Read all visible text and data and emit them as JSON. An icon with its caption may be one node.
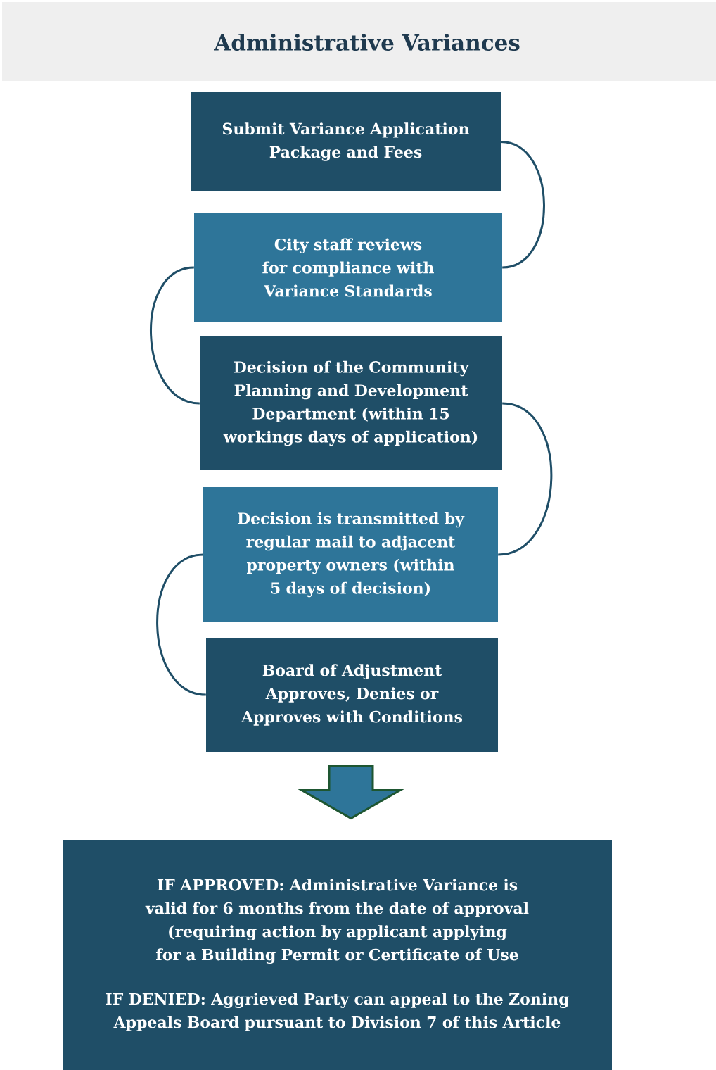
{
  "diagram": {
    "title": "Administrative Variances",
    "nodes": [
      {
        "text": [
          "Submit Variance Application Package and Fees"
        ]
      },
      {
        "text": [
          "City staff reviews for compliance with Variance Standards"
        ]
      },
      {
        "text": [
          "Decision of the Community Planning and Development Department (within 15 workings days of application)"
        ]
      },
      {
        "text": [
          "Decision is transmitted by regular mail to adjacent property owners (within 5 days of decision)"
        ]
      },
      {
        "text": [
          "Board of Adjustment Approves, Denies or Approves with Conditions"
        ]
      },
      {
        "text": [
          "IF APPROVED: Administrative Variance is valid for 6 months from the date of approval (requiring action by applicant applying for a Building Permit or Certificate of Use",
          "IF DENIED: Aggrieved Party can appeal to the Zoning Appeals Board pursuant to Division 7 of this Article"
        ]
      }
    ],
    "edges": [
      {
        "from": 0,
        "to": 1,
        "arrow": "none"
      },
      {
        "from": 1,
        "to": 2,
        "arrow": "none"
      },
      {
        "from": 2,
        "to": 3,
        "arrow": "none"
      },
      {
        "from": 3,
        "to": 4,
        "arrow": "none"
      },
      {
        "from": 4,
        "to": 5,
        "arrow": "to",
        "color": "#1e5631"
      }
    ]
  }
}
